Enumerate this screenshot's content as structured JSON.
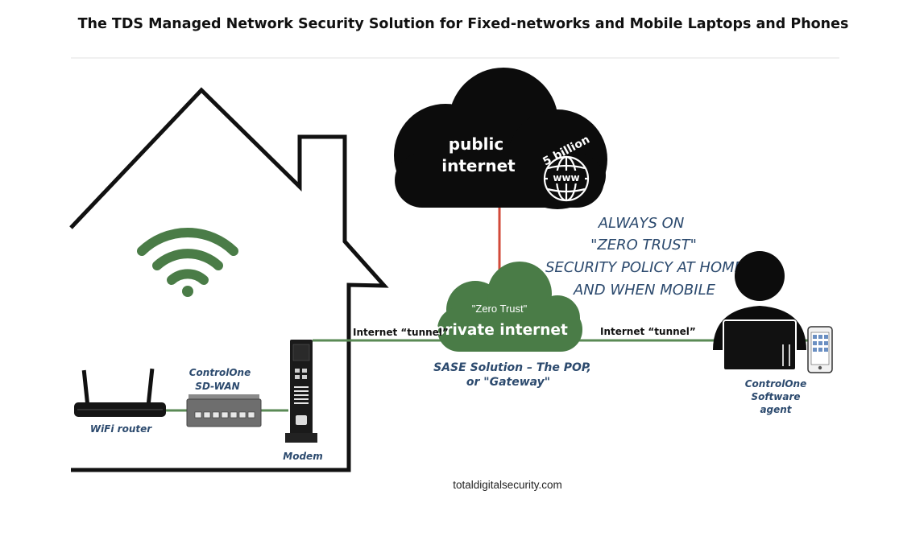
{
  "title": "The TDS Managed Network Security Solution for Fixed-networks and Mobile Laptops and Phones",
  "cloud": {
    "line1": "public",
    "line2": "internet",
    "badge": "5 billion",
    "globe_text": "www"
  },
  "private_cloud": {
    "subtitle": "\"Zero Trust\"",
    "title": "private internet"
  },
  "tunnel_left": "Internet “tunnel”",
  "tunnel_right": "Internet “tunnel”",
  "policy": {
    "line1": "ALWAYS ON",
    "line2": "\"ZERO TRUST\"",
    "line3": "SECURITY POLICY AT HOME",
    "line4": "AND WHEN MOBILE"
  },
  "sase": {
    "line1": "SASE Solution – The POP,",
    "line2": "or \"Gateway\""
  },
  "devices": {
    "router": "WiFi router",
    "sdwan_line1": "ControlOne",
    "sdwan_line2": "SD-WAN",
    "modem": "Modem",
    "agent_line1": "ControlOne",
    "agent_line2": "Software",
    "agent_line3": "agent"
  },
  "footer": "totaldigitalsecurity.com",
  "colors": {
    "green": "#4a7c47",
    "line_green": "#5a8a55",
    "red_link": "#d24a3a",
    "navy_text": "#2c4a6e",
    "black": "#111111"
  },
  "icons": [
    "wifi-icon",
    "globe-icon",
    "router-icon",
    "sdwan-appliance-icon",
    "modem-icon",
    "user-icon",
    "laptop-icon",
    "phone-icon"
  ]
}
